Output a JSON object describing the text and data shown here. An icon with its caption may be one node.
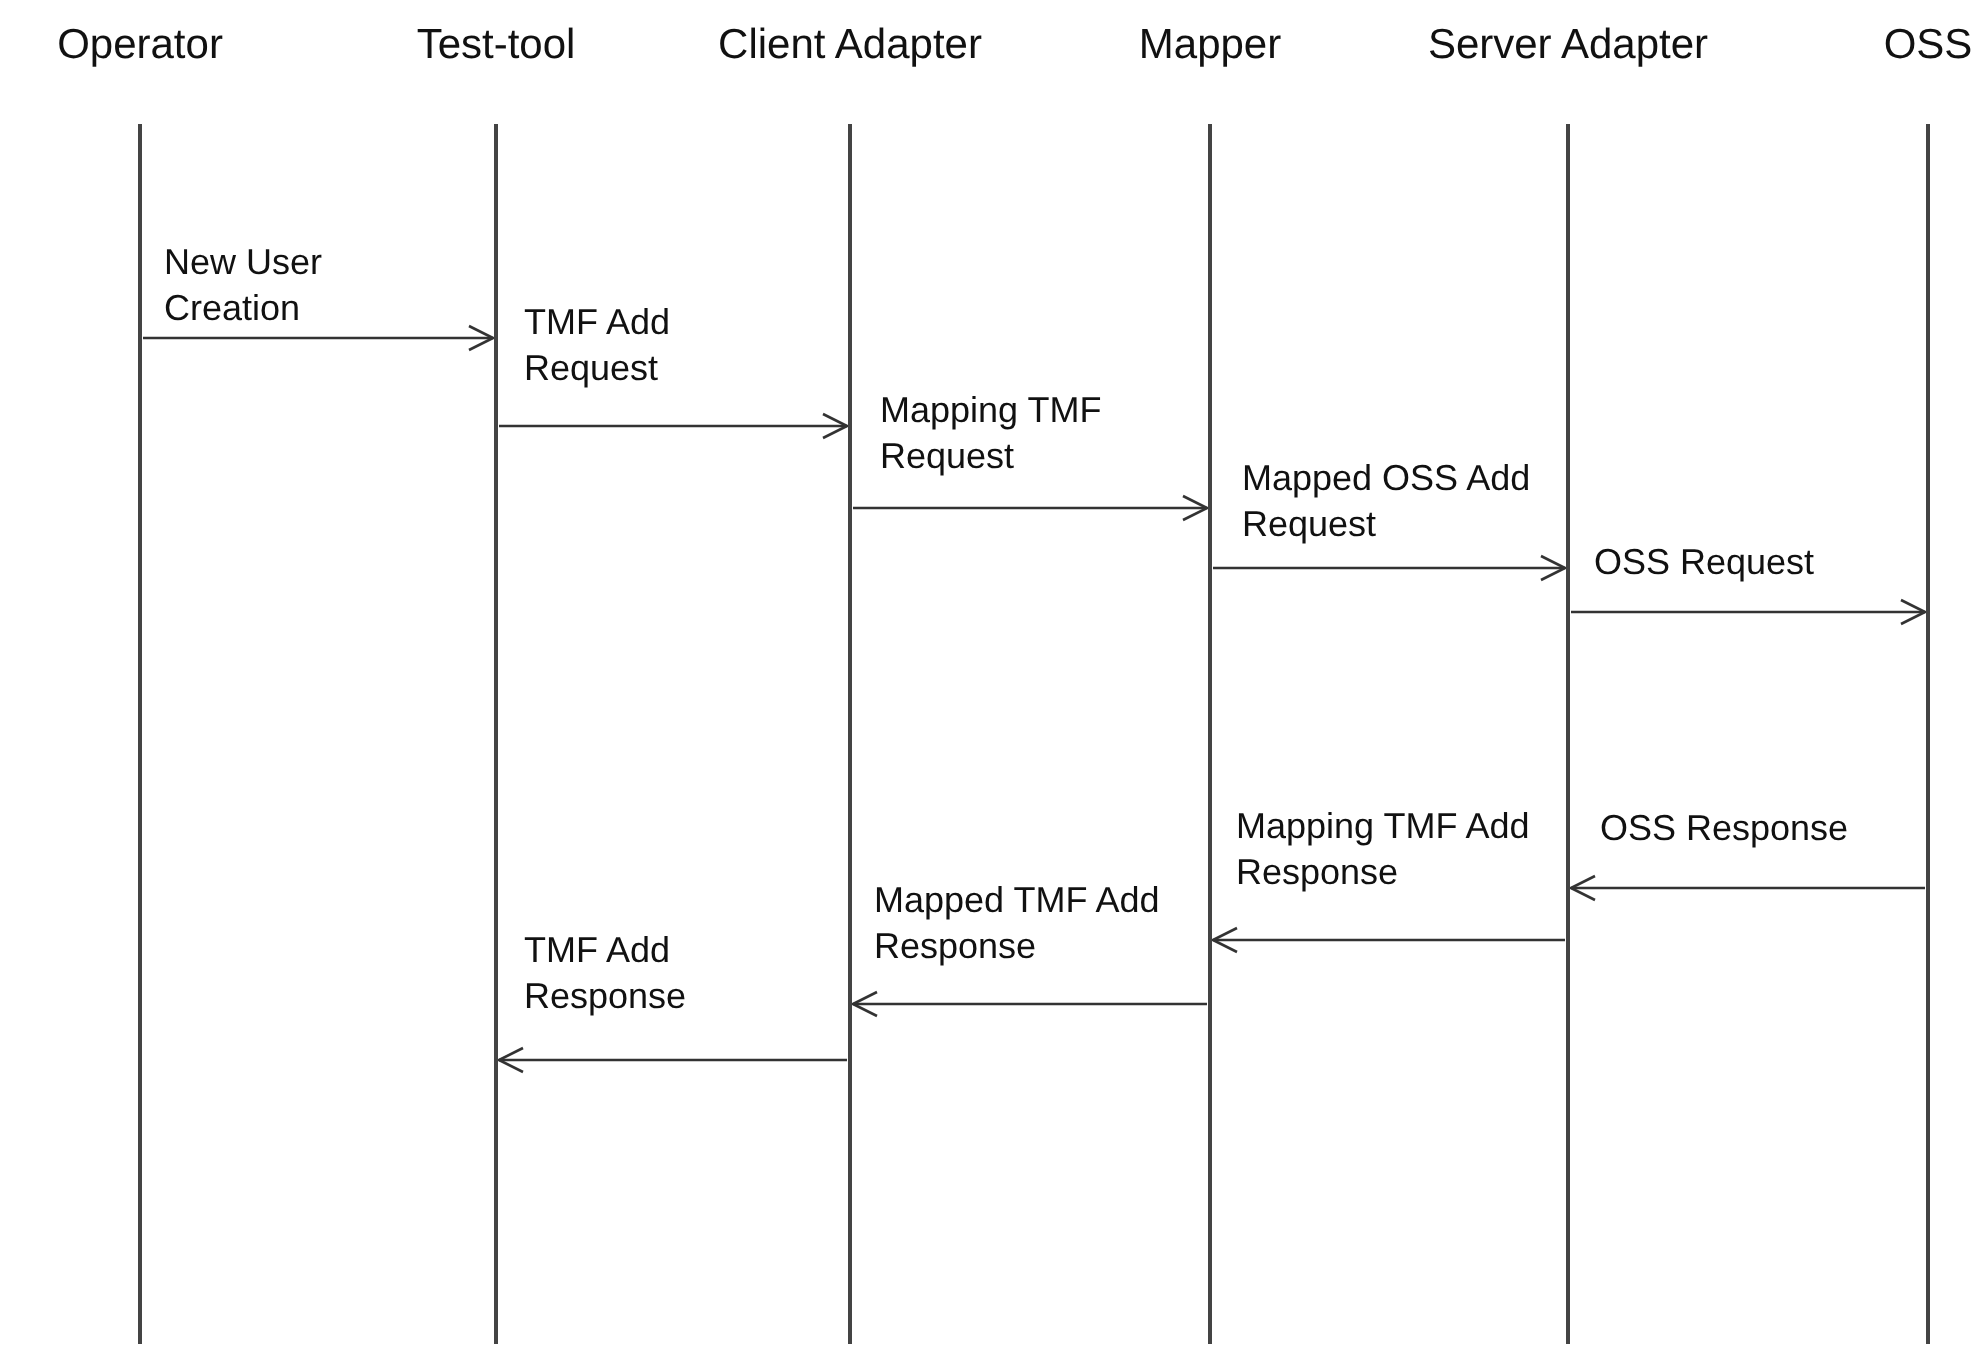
{
  "diagram": {
    "nodes": [
      {
        "text": [
          "Operator"
        ]
      },
      {
        "text": [
          "Test-tool"
        ]
      },
      {
        "text": [
          "Client Adapter"
        ]
      },
      {
        "text": [
          "Mapper"
        ]
      },
      {
        "text": [
          "Server Adapter"
        ]
      },
      {
        "text": [
          "OSS"
        ]
      }
    ],
    "edges": [
      {
        "from": 0,
        "to": 1,
        "arrow": "to",
        "label": "New User Creation"
      },
      {
        "from": 1,
        "to": 2,
        "arrow": "to",
        "label": "TMF Add Request"
      },
      {
        "from": 2,
        "to": 3,
        "arrow": "to",
        "label": "Mapping TMF Request"
      },
      {
        "from": 3,
        "to": 4,
        "arrow": "to",
        "label": "Mapped OSS Add Request"
      },
      {
        "from": 4,
        "to": 5,
        "arrow": "to",
        "label": "OSS Request"
      },
      {
        "from": 5,
        "to": 4,
        "arrow": "to",
        "label": "OSS Response"
      },
      {
        "from": 4,
        "to": 3,
        "arrow": "to",
        "label": "Mapping TMF Add Response"
      },
      {
        "from": 3,
        "to": 2,
        "arrow": "to",
        "label": "Mapped TMF Add Response"
      },
      {
        "from": 2,
        "to": 1,
        "arrow": "to",
        "label": "TMF Add Response"
      }
    ]
  }
}
